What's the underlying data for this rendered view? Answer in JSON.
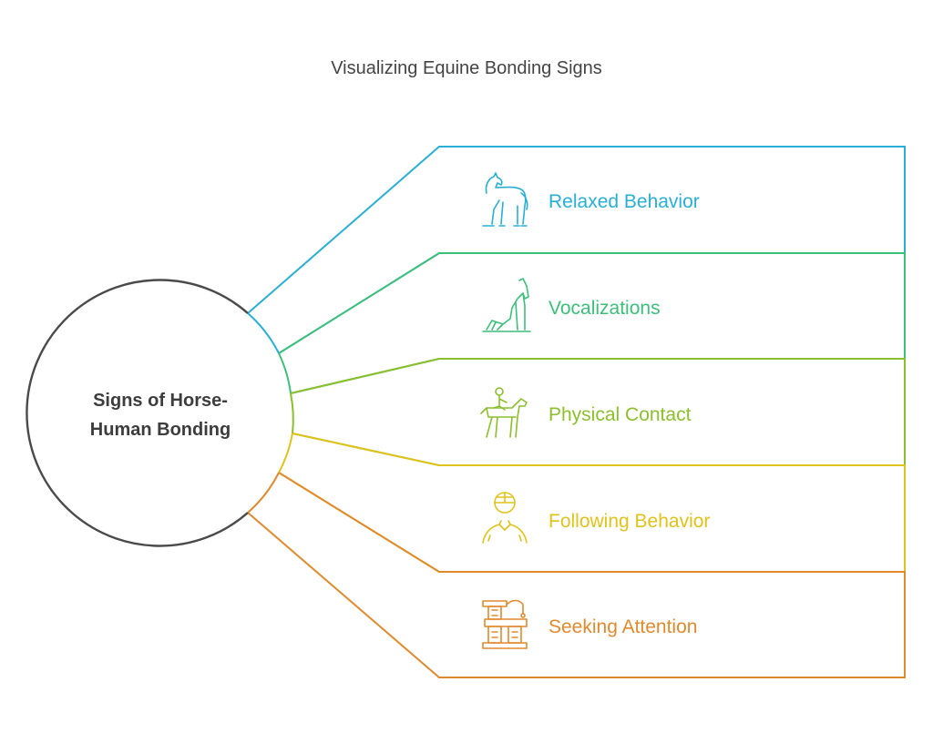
{
  "title": "Visualizing Equine Bonding Signs",
  "center": {
    "line1": "Signs of Horse-",
    "line2": "Human Bonding",
    "color": "#4a4a4a"
  },
  "items": [
    {
      "label": "Relaxed Behavior",
      "color": "#29aed6",
      "icon": "horse-icon"
    },
    {
      "label": "Vocalizations",
      "color": "#3dbf7a",
      "icon": "howling-horse-icon"
    },
    {
      "label": "Physical Contact",
      "color": "#8cbf2e",
      "icon": "horse-rider-icon"
    },
    {
      "label": "Following Behavior",
      "color": "#e0c21c",
      "icon": "person-helmet-icon"
    },
    {
      "label": "Seeking Attention",
      "color": "#e08a2e",
      "icon": "cat-tree-icon"
    }
  ]
}
